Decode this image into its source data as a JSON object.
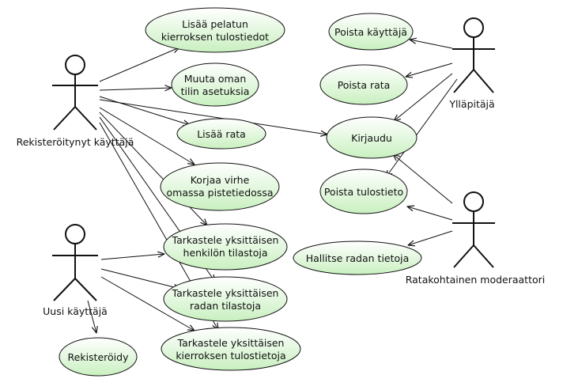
{
  "actors": {
    "registered": "Rekisteröitynyt käyttäjä",
    "admin": "Ylläpitäjä",
    "newuser": "Uusi käyttäjä",
    "moderator": "Ratakohtainen moderaattori"
  },
  "usecases": {
    "add_round": [
      "Lisää pelatun",
      "kierroksen tulostiedot"
    ],
    "edit_settings": [
      "Muuta oman",
      "tilin asetuksia"
    ],
    "add_course": [
      "Lisää rata"
    ],
    "login": [
      "Kirjaudu"
    ],
    "fix_error": [
      "Korjaa virhe",
      "omassa pistetiedossa"
    ],
    "view_person": [
      "Tarkastele yksittäisen",
      "henkilön tilastoja"
    ],
    "view_course": [
      "Tarkastele yksittäisen",
      "radan tilastoja"
    ],
    "view_round": [
      "Tarkastele yksittäisen",
      "kierroksen tulostietoja"
    ],
    "register": [
      "Rekisteröidy"
    ],
    "delete_user": [
      "Poista käyttäjä"
    ],
    "delete_course": [
      "Poista rata"
    ],
    "delete_result": [
      "Poista tulostieto"
    ],
    "manage_course": [
      "Hallitse radan tietoja"
    ]
  }
}
